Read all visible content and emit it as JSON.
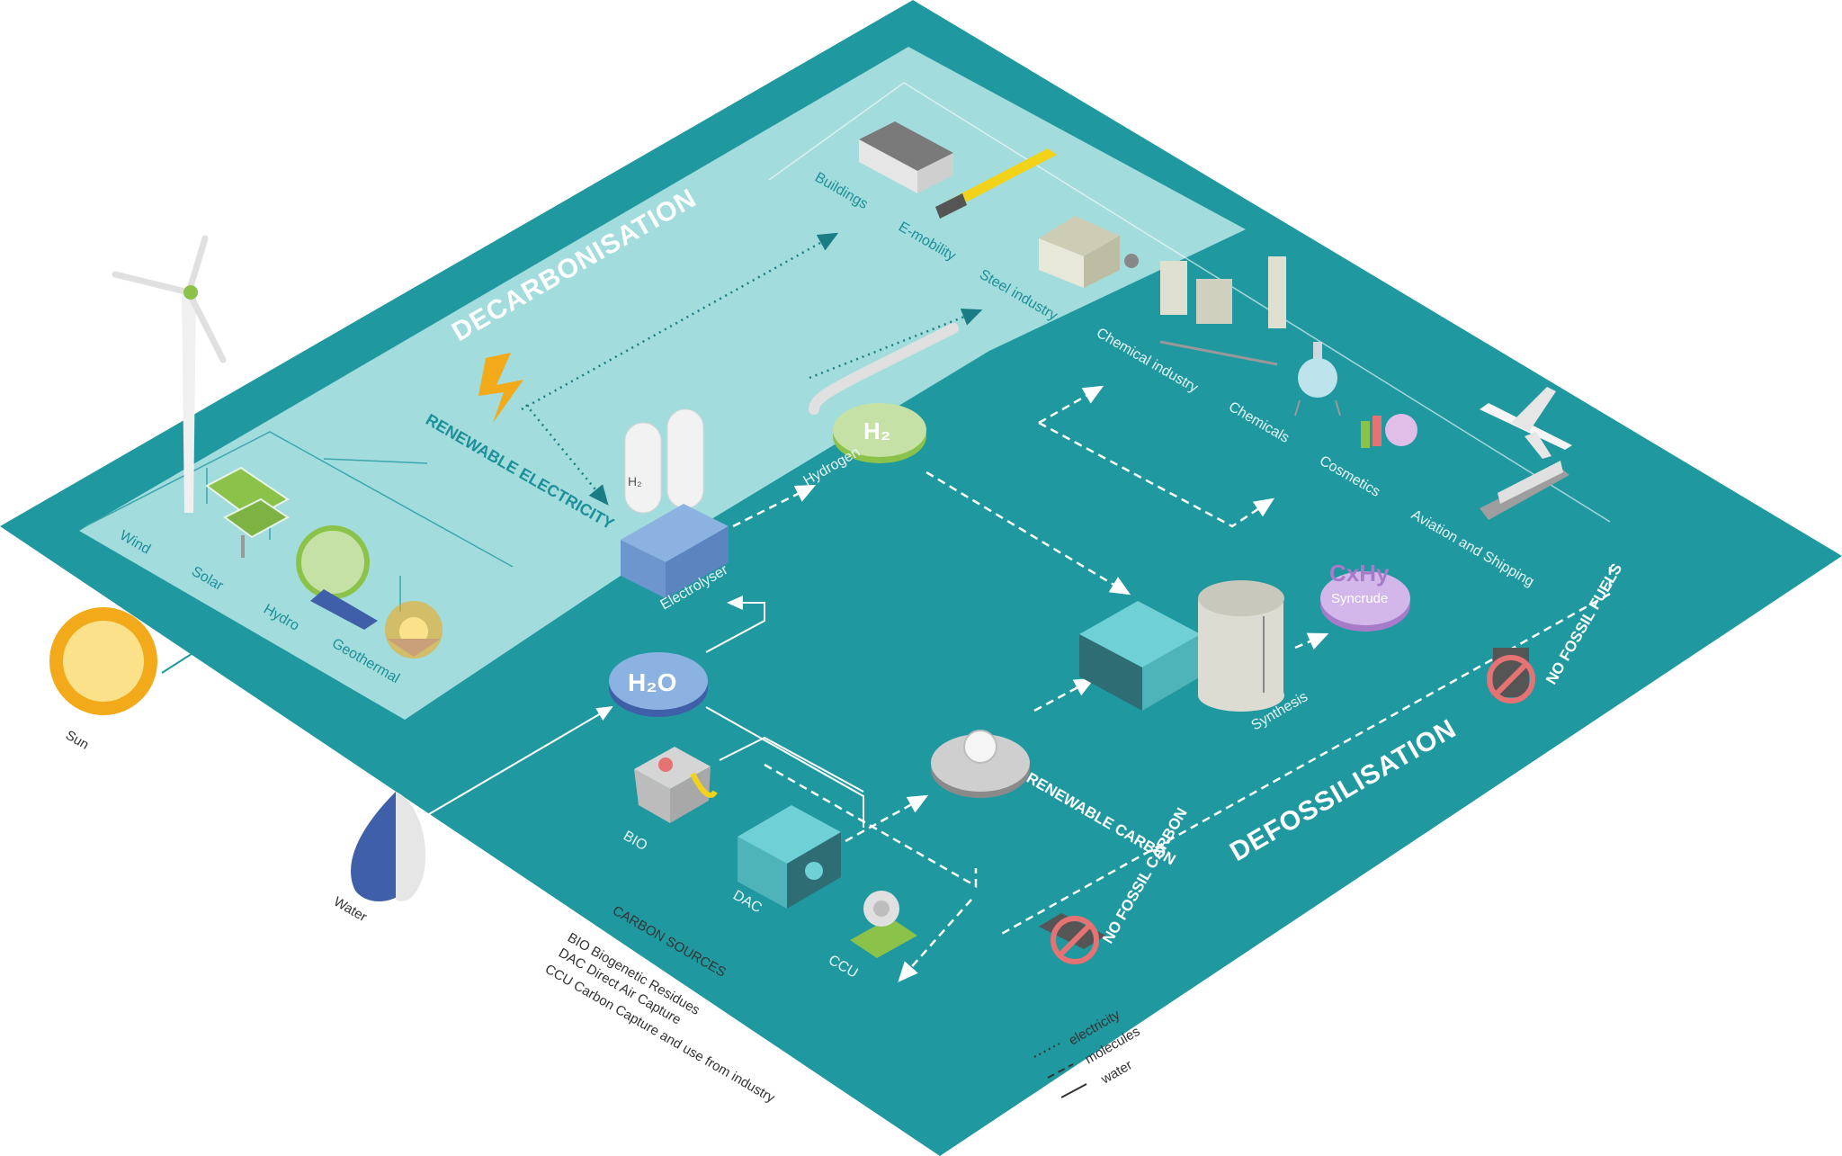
{
  "colors": {
    "teal": "#1f98a0",
    "light_teal": "#a3dcdc",
    "electricity_line": "#1a7c84",
    "molecule_line": "#ffffff"
  },
  "zones": {
    "decarbonisation": "DECARBONISATION",
    "defossilisation": "DEFOSSILISATION"
  },
  "renewables": {
    "title": "RENEWABLE ELECTRICITY",
    "wind": "Wind",
    "solar": "Solar",
    "hydro": "Hydro",
    "geothermal": "Geothermal"
  },
  "inputs": {
    "sun": "Sun",
    "water": "Water"
  },
  "process": {
    "electrolyser": "Electrolyser",
    "hydrogen": "Hydrogen",
    "h2_tank": "H₂",
    "h2_node": "H₂",
    "h2o_node": "H₂O",
    "renewable_carbon": "RENEWABLE CARBON",
    "synthesis": "Synthesis",
    "syncrude_formula": "CxHy",
    "syncrude": "Syncrude"
  },
  "carbon_sources": {
    "bio": "BIO",
    "dac": "DAC",
    "ccu": "CCU",
    "legend_title": "CARBON SOURCES",
    "legend_items": [
      "BIO  Biogenetic Residues",
      "DAC Direct Air Capture",
      "CCU Carbon Capture and use from industry"
    ]
  },
  "end_uses": {
    "buildings": "Buildings",
    "emobility": "E-mobility",
    "steel": "Steel industry",
    "chemical_industry": "Chemical industry",
    "chemicals": "Chemicals",
    "cosmetics": "Cosmetics",
    "aviation": "Aviation and Shipping"
  },
  "notices": {
    "no_fossil_carbon": "NO FOSSIL CARBON",
    "no_fossil_fuels": "NO FOSSIL FUELS"
  },
  "line_legend": {
    "electricity": "electricity",
    "molecules": "molecules",
    "water": "water"
  }
}
